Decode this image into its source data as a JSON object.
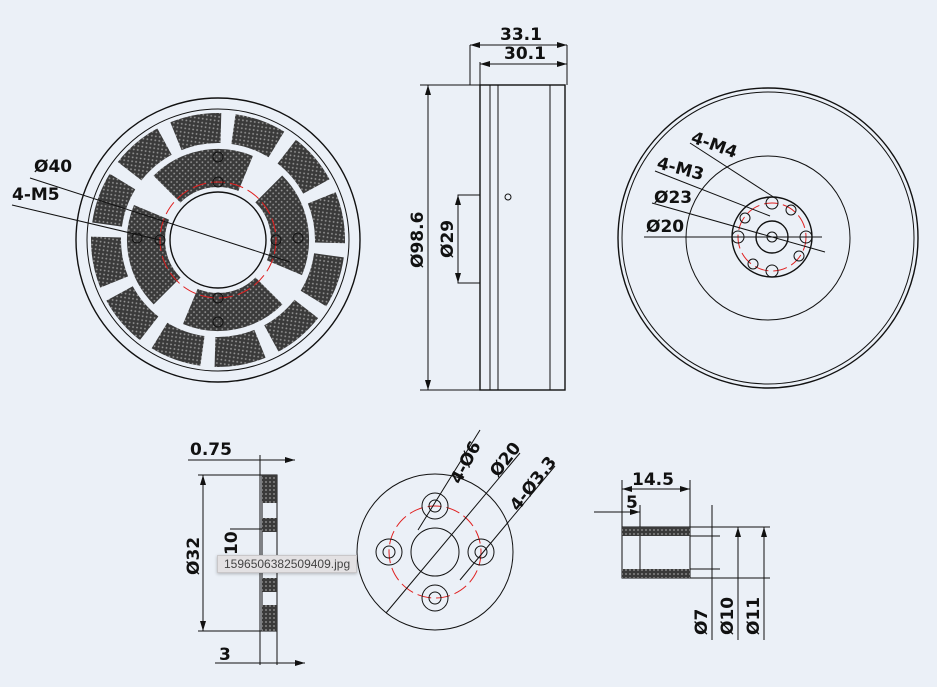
{
  "viewer": {
    "tooltip_filename": "1596506382509409.jpg"
  },
  "front_view": {
    "labels": {
      "d40": "Ø40",
      "m5": "4-M5"
    }
  },
  "side_view": {
    "labels": {
      "len_total": "33.1",
      "len_body": "30.1",
      "d_outer": "Ø98.6",
      "d_shaft": "Ø29"
    }
  },
  "rear_view": {
    "labels": {
      "m4": "4-M4",
      "m3": "4-M3",
      "d23": "Ø23",
      "d20": "Ø20"
    }
  },
  "washer": {
    "labels": {
      "thin": "0.75",
      "dia": "Ø32",
      "bore": "10",
      "thick": "3"
    }
  },
  "flange": {
    "labels": {
      "holes": "4-Ø6",
      "pcd": "Ø20",
      "small_holes": "4-Ø3.3"
    }
  },
  "bushing": {
    "labels": {
      "len": "14.5",
      "step": "5",
      "d7": "Ø7",
      "d10": "Ø10",
      "d11": "Ø11"
    }
  },
  "colors": {
    "background": "#ebf0f7",
    "line": "#111111",
    "center_line": "#e02020"
  }
}
